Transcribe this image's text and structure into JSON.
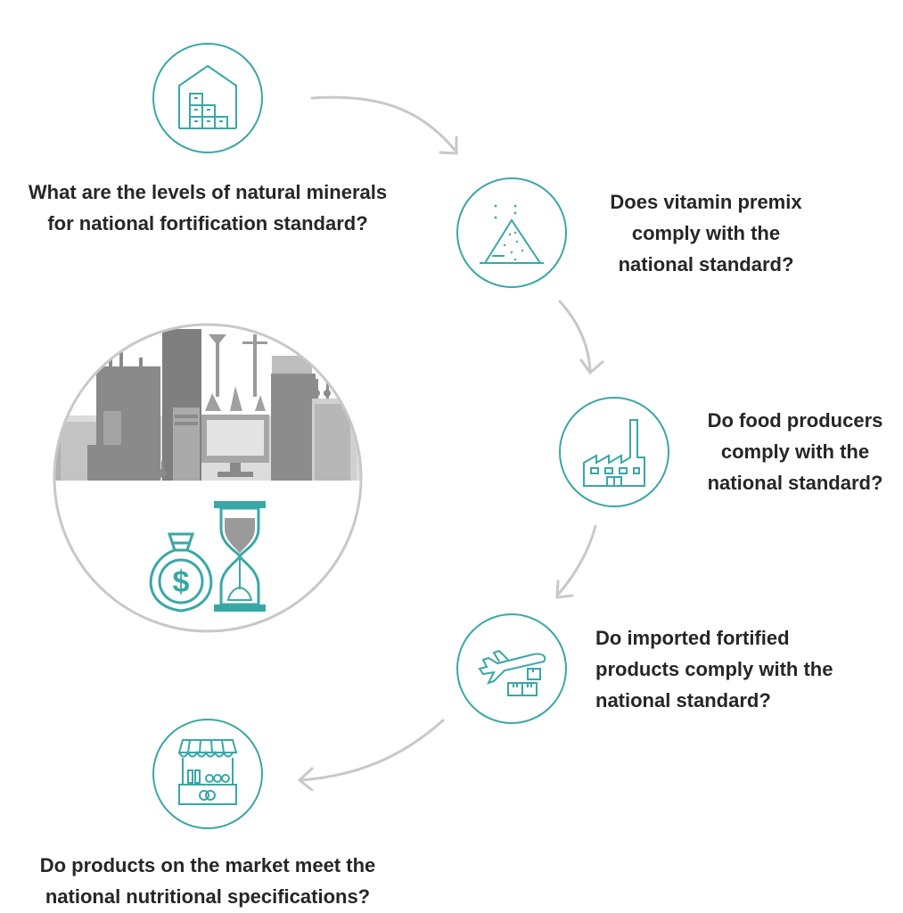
{
  "colors": {
    "teal": "#3aa7a7",
    "arrow": "#c8c8c8",
    "gray_dark": "#7d7d7d",
    "gray_mid": "#a9a9a9",
    "gray_light": "#d2d2d2"
  },
  "steps": [
    {
      "icon": "warehouse-icon",
      "label_lines": [
        "What are the levels of natural minerals",
        "for national fortification standard?"
      ]
    },
    {
      "icon": "premix-powder-icon",
      "label_lines": [
        "Does vitamin premix",
        "comply with the",
        "national standard?"
      ]
    },
    {
      "icon": "factory-icon",
      "label_lines": [
        "Do food producers",
        "comply with the",
        "national standard?"
      ]
    },
    {
      "icon": "airplane-boxes-icon",
      "label_lines": [
        "Do imported fortified",
        "products comply with the",
        "national standard?"
      ]
    },
    {
      "icon": "market-stall-icon",
      "label_lines": [
        "Do products on the market meet the",
        "national nutritional specifications?"
      ]
    }
  ],
  "center_illustration": {
    "icons": [
      "industry-scene-icon",
      "money-bag-icon",
      "hourglass-icon"
    ],
    "money_symbol": "$"
  }
}
